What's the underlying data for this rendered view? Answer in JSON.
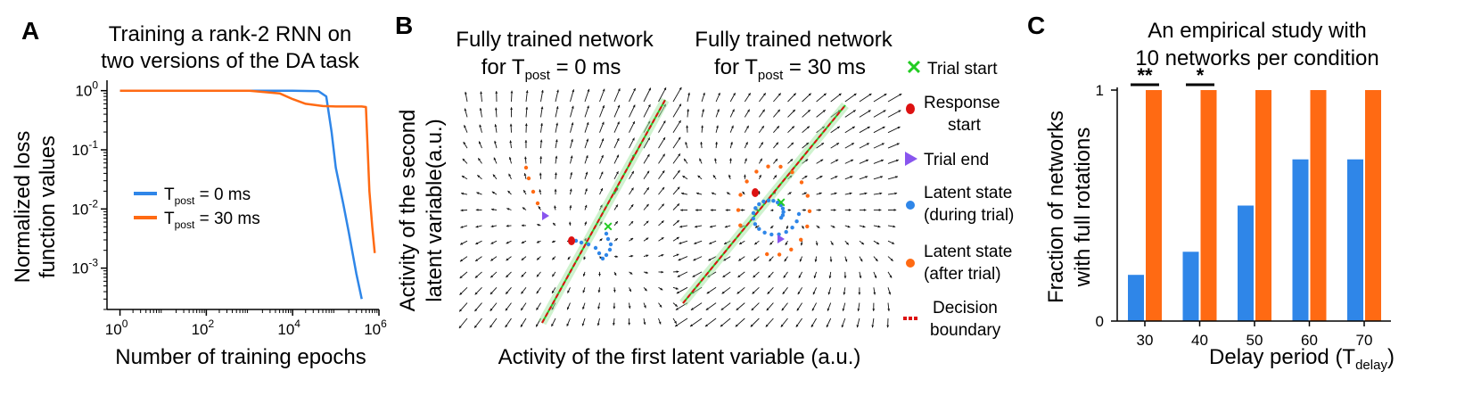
{
  "panelA": {
    "letter": "A",
    "title_line1": "Training a rank-2 RNN on",
    "title_line2": "two versions of the DA task",
    "ylabel_line1": "Normalized loss",
    "ylabel_line2": "function values",
    "xlabel": "Number of training epochs",
    "legend": {
      "blue_prefix": "T",
      "blue_sub": "post",
      "blue_rest": " = 0 ms",
      "orange_prefix": "T",
      "orange_sub": "post",
      "orange_rest": " = 30 ms"
    },
    "yticks": [
      {
        "base": "10",
        "exp": "0"
      },
      {
        "base": "10",
        "exp": "-1"
      },
      {
        "base": "10",
        "exp": "-2"
      },
      {
        "base": "10",
        "exp": "-3"
      }
    ],
    "xticks": [
      {
        "base": "10",
        "exp": "0"
      },
      {
        "base": "10",
        "exp": "2"
      },
      {
        "base": "10",
        "exp": "4"
      },
      {
        "base": "10",
        "exp": "6"
      }
    ]
  },
  "panelB": {
    "letter": "B",
    "left_title_line1": "Fully trained network",
    "left_title_line2_prefix": "for T",
    "left_title_sub": "post",
    "left_title_rest": " = 0 ms",
    "right_title_line1": "Fully trained network",
    "right_title_line2_prefix": "for T",
    "right_title_sub": "post",
    "right_title_rest": " = 30 ms",
    "ylabel_line1": "Activity of the second",
    "ylabel_line2": "latent variable(a.u.)",
    "xlabel": "Activity of the first latent variable (a.u.)",
    "legend": {
      "trial_start": "Trial start",
      "response_line1": "Response",
      "response_line2": "start",
      "trial_end": "Trial end",
      "latent_during_line1": "Latent state",
      "latent_during_line2": "(during trial)",
      "latent_after_line1": "Latent state",
      "latent_after_line2": "(after trial)",
      "boundary_line1": "Decision",
      "boundary_line2": "boundary"
    }
  },
  "panelC": {
    "letter": "C",
    "title_line1": "An empirical study with",
    "title_line2": "10 networks per condition",
    "ylabel_line1": "Fraction of networks",
    "ylabel_line2": "with full rotations",
    "xlabel_prefix": "Delay period (T",
    "xlabel_sub": "delay",
    "xlabel_suffix": ")",
    "ytick_top": "1",
    "ytick_bottom": "0",
    "sig1": "**",
    "sig2": "*"
  },
  "colors": {
    "blue": "#2f86e8",
    "orange": "#ff6a13",
    "green": "#22cc22",
    "red": "#dd1111",
    "purple": "#8855ee"
  },
  "chart_data": [
    {
      "type": "line",
      "title": "Training a rank-2 RNN on two versions of the DA task",
      "xlabel": "Number of training epochs",
      "ylabel": "Normalized loss function values",
      "xscale": "log",
      "yscale": "log",
      "xlim": [
        0.5,
        1000000
      ],
      "ylim": [
        0.0002,
        1.5
      ],
      "legend": "center-left",
      "grid": false,
      "series": [
        {
          "name": "Tpost = 0 ms",
          "color": "#2f86e8",
          "x": [
            1,
            10,
            100,
            1000,
            10000,
            40000,
            60000,
            80000,
            100000,
            150000,
            200000,
            300000,
            400000
          ],
          "y": [
            1.0,
            1.0,
            1.0,
            1.0,
            1.0,
            0.98,
            0.8,
            0.2,
            0.05,
            0.012,
            0.004,
            0.0008,
            0.0003
          ]
        },
        {
          "name": "Tpost = 30 ms",
          "color": "#ff6a13",
          "x": [
            1,
            10,
            100,
            1000,
            5000,
            10000,
            20000,
            50000,
            100000,
            200000,
            400000,
            500000,
            550000,
            600000,
            700000,
            800000
          ],
          "y": [
            1.0,
            1.0,
            1.0,
            1.0,
            0.9,
            0.72,
            0.6,
            0.55,
            0.54,
            0.54,
            0.54,
            0.53,
            0.1,
            0.02,
            0.005,
            0.0018
          ]
        }
      ]
    },
    {
      "type": "bar",
      "title": "An empirical study with 10 networks per condition",
      "xlabel": "Delay period (Tdelay)",
      "ylabel": "Fraction of networks with full rotations",
      "categories": [
        "30",
        "40",
        "50",
        "60",
        "70"
      ],
      "ylim": [
        0,
        1
      ],
      "yticks": [
        0,
        1
      ],
      "grid": false,
      "series": [
        {
          "color": "#2f86e8",
          "values": [
            0.2,
            0.3,
            0.5,
            0.7,
            0.7
          ]
        },
        {
          "color": "#ff6a13",
          "values": [
            1.0,
            1.0,
            1.0,
            1.0,
            1.0
          ]
        }
      ],
      "annotations": [
        {
          "category": "30",
          "text": "**"
        },
        {
          "category": "40",
          "text": "*"
        }
      ]
    }
  ]
}
